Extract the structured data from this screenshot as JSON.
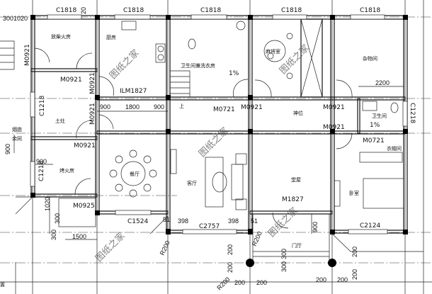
{
  "watermark": "图纸之家",
  "rooms": {
    "firewood": "放柴火房",
    "kitchen": "厨房",
    "bath_laundry": "卫生间兼洗衣房",
    "mahjong": "麻将室",
    "storage": "杂物间",
    "shrine": "神位",
    "bathroom": "卫生间",
    "cloakroom": "衣帽间",
    "stove": "土灶",
    "chimney_1": "烟囱",
    "chimney_2": "余同",
    "fire_room": "烤火房",
    "dining": "餐厅",
    "living": "客厅",
    "hall": "堂屋",
    "bedroom": "卧室",
    "foyer": "门厅",
    "stair_up": "上",
    "edge_text": "置"
  },
  "windows": {
    "w1": "C1818",
    "w2": "C1818",
    "w3": "C1818",
    "w4": "C1818",
    "w5": "C1818",
    "w6": "C1218",
    "w7": "C1218",
    "w8": "C1218",
    "w9": "C1524",
    "w10": "C2757",
    "w11": "C2124"
  },
  "doors": {
    "d1": "M0921",
    "d2": "M0921",
    "d3": "M0921",
    "d4": "M0921",
    "d5": "M0921",
    "d6": "M0925",
    "d7": "M0721",
    "d8": "M0921",
    "d9": "M0921",
    "d10": "M0921",
    "d11": "M0721",
    "d12": "M1827",
    "d13": "ILM1827"
  },
  "slopes": {
    "s1": "1%",
    "s2": "1%"
  },
  "dimensions": {
    "top_20": "20",
    "top_left": "3001020",
    "k1": "900",
    "k2": "1800",
    "k3": "900",
    "l1": "900",
    "l2": "900",
    "l3": "1020",
    "l4": "300",
    "l5": "300",
    "l6": "1500",
    "c1": "51",
    "c2": "398",
    "c3": "398",
    "c4": "51",
    "r1": "2200",
    "r2": "900",
    "rad1": "R200",
    "rad2": "R200",
    "rad3": "R200",
    "p1": "200",
    "p2": "200",
    "p3": "200",
    "p4": "200",
    "p5": "300",
    "p6": "300",
    "p7": "200",
    "p8": "200",
    "p9": "200",
    "p10": "200"
  }
}
